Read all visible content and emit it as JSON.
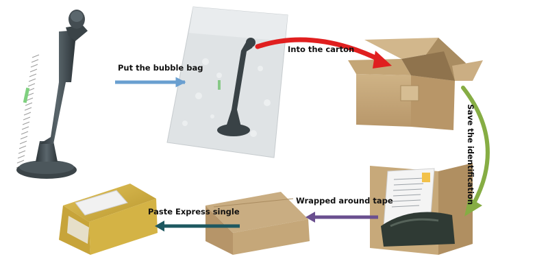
{
  "steps": {
    "bubble_bag": "Put the bubble bag",
    "carton": "Into the carton",
    "identification": "Save the identification",
    "tape": "Wrapped around tape",
    "express": "Paste Express single"
  },
  "colors": {
    "arrow_bubble": "#6a9fd0",
    "arrow_carton": "#e01f1f",
    "arrow_identification": "#86ad44",
    "arrow_tape": "#6a4f8f",
    "arrow_express": "#1d5860",
    "cardboard": "#c9ab7e",
    "cardboard_dark": "#a88a5e",
    "part": "#3e474c",
    "tape": "#d7b447"
  }
}
